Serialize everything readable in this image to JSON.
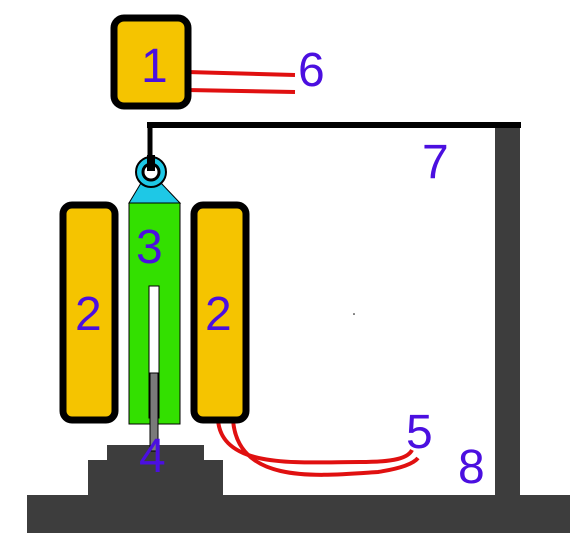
{
  "labels": {
    "l1": "1",
    "l2a": "2",
    "l2b": "2",
    "l3": "3",
    "l4": "4",
    "l5": "5",
    "l6": "6",
    "l7": "7",
    "l8": "8"
  },
  "colors": {
    "frame": "#3d3d3d",
    "outline": "#000000",
    "yellow_block": "#f5c400",
    "green_body": "#33e000",
    "cyan_bracket": "#1ec8e6",
    "red_wire": "#e01010",
    "label_text": "#4b0fe0",
    "rod": "#7a7a7a"
  },
  "icons": {
    "pulley": "pulley-icon"
  }
}
